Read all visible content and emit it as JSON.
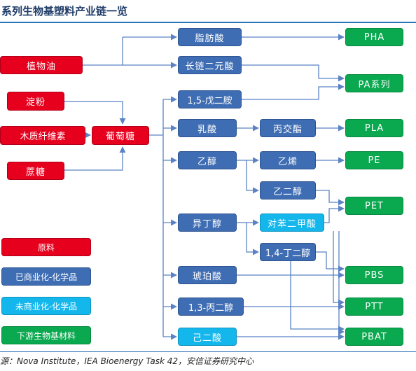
{
  "title": "系列生物基塑料产业链一览",
  "source": "源：Nova Institute，IEA Bioenergy Task 42，安信证券研究中心",
  "colors": {
    "raw": "#e6001e",
    "commercial": "#3f6db3",
    "non_commercial": "#14b7ec",
    "downstream": "#0aa84f",
    "line": "#5b82c4"
  },
  "nodes": {
    "veg_oil": "植物油",
    "starch": "淀粉",
    "lignocellulose": "木质纤维素",
    "sucrose": "蔗糖",
    "glucose": "葡萄糖",
    "fatty_acid": "脂肪酸",
    "long_chain_diacid": "长链二元酸",
    "pentanediamine": "1,5-戊二胺",
    "lactic_acid": "乳酸",
    "lactide": "丙交酯",
    "ethanol": "乙醇",
    "ethylene": "乙烯",
    "ethylene_glycol": "乙二醇",
    "isobutanol": "异丁醇",
    "pta": "对苯二甲酸",
    "bdo": "1,4-丁二醇",
    "succinic_acid": "琥珀酸",
    "pdo": "1,3-丙二醇",
    "adipic_acid": "己二酸",
    "pha": "PHA",
    "pa": "PA系列",
    "pla": "PLA",
    "pe": "PE",
    "pet": "PET",
    "pbs": "PBS",
    "ptt": "PTT",
    "pbat": "PBAT"
  },
  "legend": {
    "raw": "原料",
    "commercial": "已商业化-化学品",
    "non_commercial": "未商业化-化学品",
    "downstream": "下游生物基材料"
  }
}
